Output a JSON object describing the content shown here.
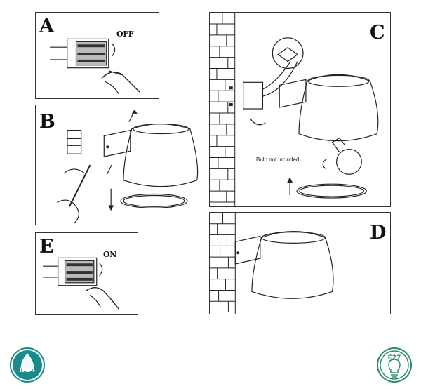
{
  "panels": {
    "a": {
      "letter": "A",
      "switch_label": "OFF"
    },
    "b": {
      "letter": "B"
    },
    "c": {
      "letter": "C",
      "bulb_note": "Bulb not included"
    },
    "d": {
      "letter": "D"
    },
    "e": {
      "letter": "E",
      "switch_label": "ON"
    }
  },
  "badges": {
    "ip_rating": {
      "text": "IP44",
      "color": "#1a8a8a"
    },
    "socket": {
      "text": "E27",
      "color": "#2a8a6a"
    }
  }
}
